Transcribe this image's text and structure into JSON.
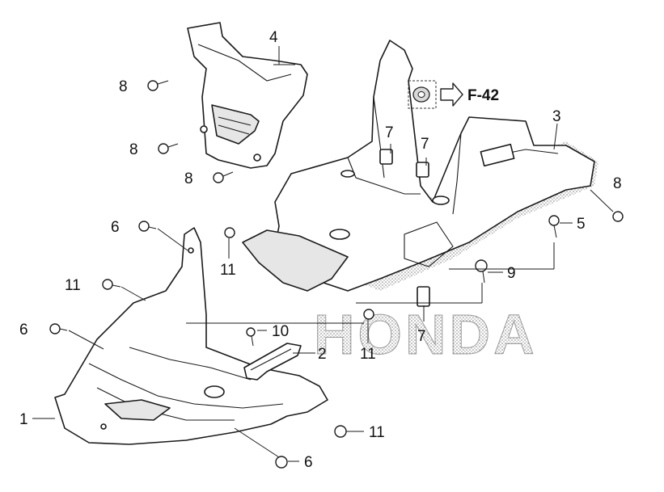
{
  "callouts": [
    {
      "id": "c1",
      "label": "1"
    },
    {
      "id": "c2",
      "label": "2"
    },
    {
      "id": "c3",
      "label": "3"
    },
    {
      "id": "c4",
      "label": "4"
    },
    {
      "id": "c5",
      "label": "5"
    },
    {
      "id": "c6a",
      "label": "6"
    },
    {
      "id": "c6b",
      "label": "6"
    },
    {
      "id": "c6c",
      "label": "6"
    },
    {
      "id": "c7a",
      "label": "7"
    },
    {
      "id": "c7b",
      "label": "7"
    },
    {
      "id": "c7c",
      "label": "7"
    },
    {
      "id": "c8a",
      "label": "8"
    },
    {
      "id": "c8b",
      "label": "8"
    },
    {
      "id": "c8c",
      "label": "8"
    },
    {
      "id": "c8d",
      "label": "8"
    },
    {
      "id": "c9",
      "label": "9"
    },
    {
      "id": "c10",
      "label": "10"
    },
    {
      "id": "c11a",
      "label": "11"
    },
    {
      "id": "c11b",
      "label": "11"
    },
    {
      "id": "c11c",
      "label": "11"
    },
    {
      "id": "c11d",
      "label": "11"
    }
  ],
  "reference": {
    "label": "F-42"
  },
  "brand_text": "HONDA"
}
